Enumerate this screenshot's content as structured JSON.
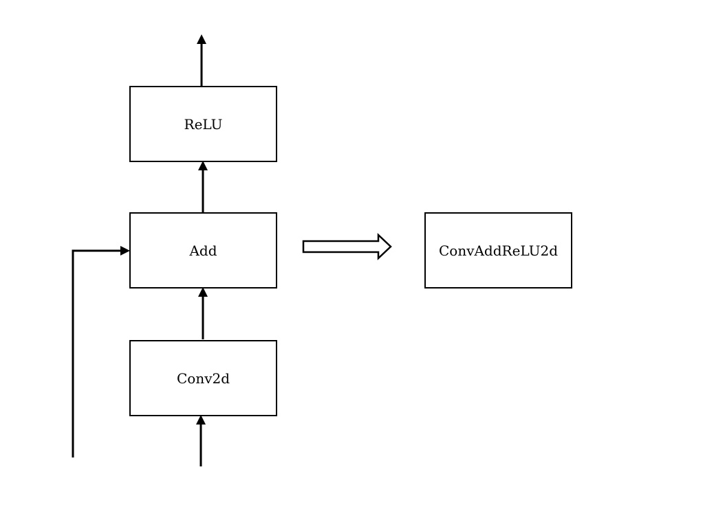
{
  "diagram": {
    "nodes": {
      "relu": "ReLU",
      "add": "Add",
      "conv": "Conv2d",
      "fused": "ConvAddReLU2d"
    },
    "edges": [
      {
        "from": "input",
        "to": "conv"
      },
      {
        "from": "conv",
        "to": "add"
      },
      {
        "from": "skip-input",
        "to": "add"
      },
      {
        "from": "add",
        "to": "relu"
      },
      {
        "from": "relu",
        "to": "output"
      }
    ],
    "transform": {
      "from": "unfused-graph",
      "to": "fused",
      "style": "hollow-arrow"
    },
    "colors": {
      "stroke": "#000000",
      "fill": "#ffffff"
    }
  }
}
